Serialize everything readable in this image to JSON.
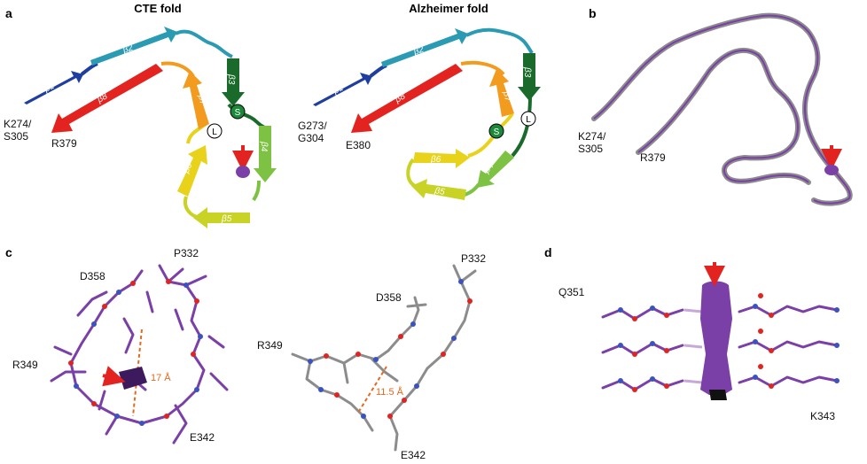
{
  "panels": {
    "a": {
      "label": "a",
      "cte": {
        "title": "CTE fold",
        "n_term": [
          "K274/",
          "S305"
        ],
        "c_term": "R379",
        "marker_s": "S",
        "marker_l": "L",
        "strands": [
          "β1",
          "β2",
          "β3",
          "β4",
          "β5",
          "β6",
          "β7",
          "β8"
        ]
      },
      "alz": {
        "title": "Alzheimer fold",
        "n_term": [
          "G273/",
          "G304"
        ],
        "c_term": "E380",
        "marker_s": "S",
        "marker_l": "L",
        "strands": [
          "β1",
          "β2",
          "β3",
          "β4",
          "β5",
          "β6",
          "β7",
          "β8"
        ]
      }
    },
    "b": {
      "label": "b",
      "n_term": [
        "K274/",
        "S305"
      ],
      "c_term": "R379"
    },
    "c": {
      "label": "c",
      "left": {
        "residues": [
          "P332",
          "D358",
          "R349",
          "E342"
        ],
        "distance": "17 Å"
      },
      "right": {
        "residues": [
          "P332",
          "D358",
          "R349",
          "E342"
        ],
        "distance": "11.5 Å"
      }
    },
    "d": {
      "label": "d",
      "residues": [
        "Q351",
        "K343"
      ]
    }
  },
  "colors": {
    "b1": "#1f3fa0",
    "b2": "#2a9bb3",
    "b3": "#1a6b2b",
    "b4": "#7dc242",
    "b5": "#c8d325",
    "b6": "#e8d21a",
    "b7": "#f29b1e",
    "b8": "#e3231f",
    "purple": "#7b3fa8",
    "grey": "#8c8c8c",
    "arrow": "#e3231f",
    "s_marker": "#1a8a3a",
    "distance": "#e36a1e"
  }
}
